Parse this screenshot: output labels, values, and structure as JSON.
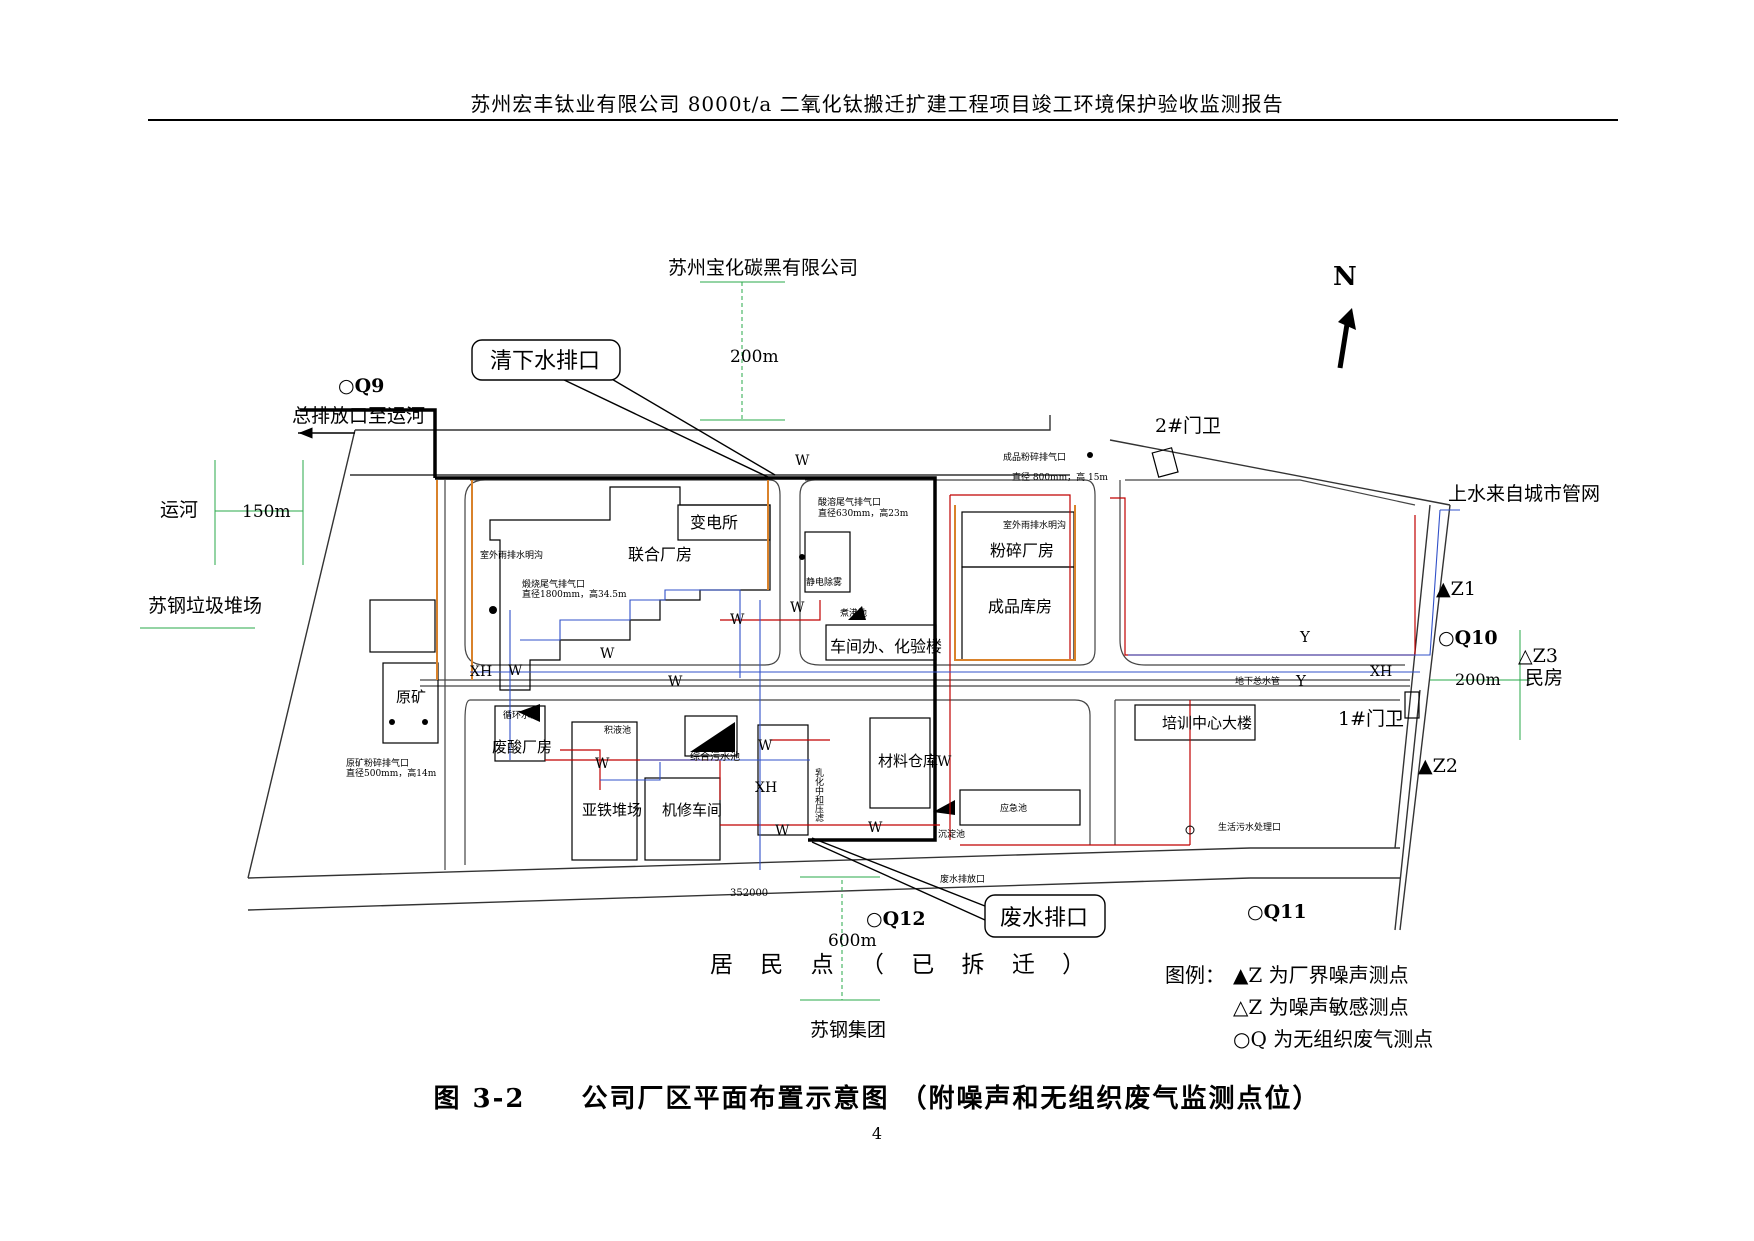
{
  "header": {
    "title": "苏州宏丰钛业有限公司 8000t/a 二氧化钛搬迁扩建工程项目竣工环境保护验收监测报告"
  },
  "map": {
    "north": "N",
    "neighbors": {
      "north_company": "苏州宝化碳黑有限公司",
      "north_distance": "200m",
      "canal": "运河",
      "canal_distance": "150m",
      "dump": "苏钢垃圾堆场",
      "residents": "居 民 点 （ 已 拆 迁 ）",
      "south_distance": "600m",
      "south_company": "苏钢集团",
      "east_houses": "民房",
      "east_distance": "200m",
      "road_label": "352000"
    },
    "outfalls": {
      "main_outfall": "总排放口至运河",
      "clean_water_outlet": "清下水排口",
      "wastewater_outlet": "废水排口",
      "tap_water": "上水来自城市管网",
      "discharge_port": "废水排放口",
      "underground_pipe": "地下总水管"
    },
    "gates": {
      "gate2": "2#门卫",
      "gate1": "1#门卫"
    },
    "buildings": {
      "combined_plant": "联合厂房",
      "substation": "变电所",
      "crushing_plant": "粉碎厂房",
      "product_warehouse": "成品库房",
      "office_lab": "车间办、化验楼",
      "raw_ore": "原矿",
      "waste_acid_plant": "废酸厂房",
      "ferrous_yard": "亚铁堆场",
      "machine_shop": "机修车间",
      "material_warehouse": "材料仓库",
      "training_center": "培训中心大楼",
      "emulsion_unit": "乳化中和压滤",
      "circulating_pool": "循环水池",
      "combined_sewage_pool": "综合污水池",
      "equalization_pool": "积液池",
      "emergency_pool": "应急池",
      "sedimentation_pool": "沉淀池",
      "electrostatic": "静电除雾",
      "reboiler": "煮沸池",
      "domestic_sewage": "生活污水处理口"
    },
    "small_notes": {
      "product_exhaust": "成品粉碎排气口",
      "product_exhaust_spec": "直径 800mm，高 15m",
      "tail_gas": "酸溶尾气排气口",
      "tail_gas_spec": "直径630mm，高23m",
      "calcining_exhaust": "煅烧尾气排气口",
      "calcining_spec": "直径1800mm，高34.5m",
      "outdoor_drain1": "室外雨排水明沟",
      "outdoor_drain2": "室外雨排水明沟",
      "ore_exhaust": "原矿粉碎排气口",
      "ore_exhaust_spec": "直径500mm，高14m"
    },
    "pipe_marks": {
      "w": "W",
      "y": "Y",
      "xh": "XH"
    },
    "points": {
      "q9": "○Q9",
      "q10": "○Q10",
      "q11": "○Q11",
      "q12": "○Q12",
      "z1": "▲Z1",
      "z2": "▲Z2",
      "z3": "△Z3"
    },
    "legend": {
      "title": "图例：",
      "line1": "▲Z 为厂界噪声测点",
      "line2": "△Z 为噪声敏感测点",
      "line3": "○Q 为无组织废气测点"
    }
  },
  "caption": "图 3-2　　公司厂区平面布置示意图 （附噪声和无组织废气监测点位）",
  "page_number": "4"
}
